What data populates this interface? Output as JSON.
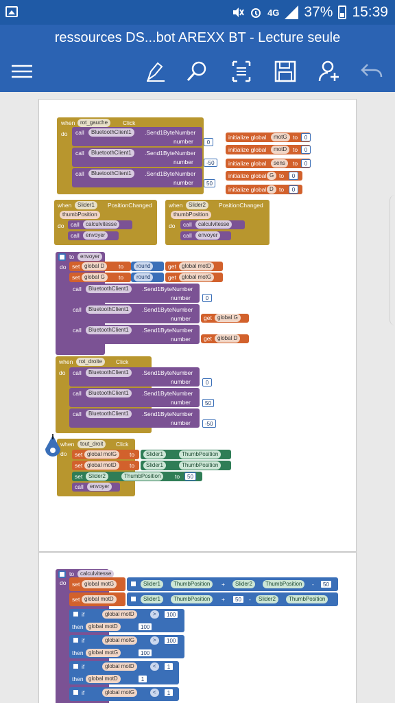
{
  "status_bar": {
    "network": "4G",
    "battery": "37%",
    "time": "15:39"
  },
  "header": {
    "title": "ressources DS...bot AREXX BT - Lecture seule",
    "menu_icon": "hamburger-menu-icon",
    "edit_icon": "pen-edit-icon",
    "search_icon": "search-icon",
    "view_icon": "reading-view-icon",
    "save_icon": "save-icon",
    "share_icon": "share-person-icon",
    "undo_icon": "undo-icon"
  },
  "blocks": {
    "when": "when",
    "do": "do",
    "call": "call",
    "set": "set",
    "to": "to",
    "get": "get",
    "if": "if",
    "then": "then",
    "click": "Click",
    "position_changed": "PositionChanged",
    "thumb_position": "thumbPosition",
    "thumb_position_prop": "ThumbPosition",
    "number": "number",
    "round": "round",
    "initialize_global": "initialize global",
    "bt_client": "BluetoothClient1",
    "send1": ".Send1ByteNumber",
    "rot_gauche": "rot_gauche",
    "rot_droite": "rot_droite",
    "tout_droit": "tout_droit",
    "slider1": "Slider1",
    "slider2": "Slider2",
    "calculvitesse": "calculvitesse",
    "envoyer": "envoyer",
    "motG": "motG",
    "motD": "motD",
    "sens": "sens",
    "G": "G",
    "D": "D",
    "global_D": "global D",
    "global_G": "global G",
    "global_motD": "global motD",
    "global_motG": "global motG",
    "v0": "0",
    "v50": "50",
    "vneg50": "-50",
    "v100": "100",
    "v1": "1",
    "gt": ">",
    "lt": "<",
    "plus": "+",
    "minus": "-"
  }
}
